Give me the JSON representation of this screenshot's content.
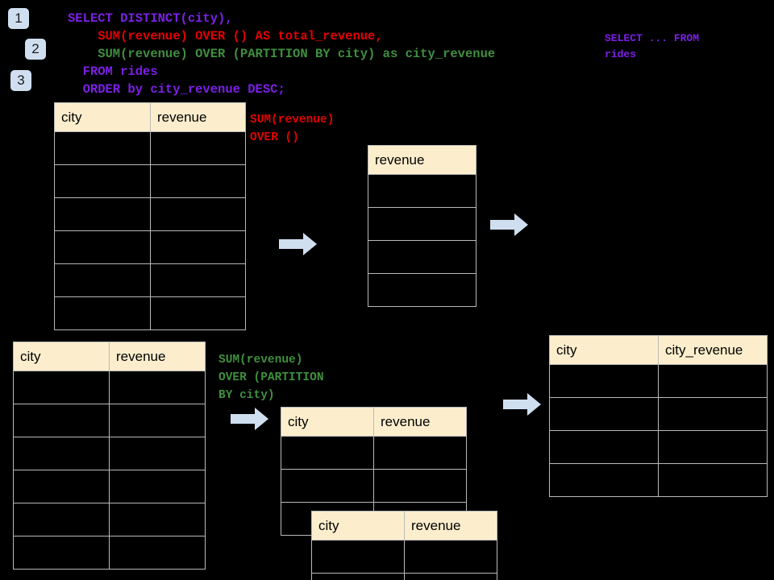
{
  "diagram": {
    "title": "SQL window function execution diagram",
    "background_color": "#000000",
    "colors": {
      "badge_fill": "#cfdff0",
      "table_header_fill": "#fceecd",
      "table_border": "#b9b9b9",
      "arrow_fill": "#cfdff0",
      "purple": "#7d1fe8",
      "red": "#e30000",
      "green": "#3f8f3f"
    }
  },
  "badges": [
    {
      "label": "1"
    },
    {
      "label": "2"
    },
    {
      "label": "3"
    }
  ],
  "sql": {
    "line1": "SELECT DISTINCT(city),",
    "line2": "    SUM(revenue) OVER () AS total_revenue,",
    "line3": "    SUM(revenue) OVER (PARTITION BY city) as city_revenue",
    "line4": "  FROM rides",
    "line5": "  ORDER by city_revenue DESC;"
  },
  "side_note": {
    "line1": "SELECT ... FROM",
    "line2": "rides"
  },
  "annotations": {
    "total_revenue": {
      "line1": "SUM(revenue)",
      "line2": "OVER ()",
      "color": "#e30000"
    },
    "city_revenue": {
      "line1": "SUM(revenue)",
      "line2": "OVER (PARTITION",
      "line3": "BY city)",
      "color": "#3f8f3f"
    }
  },
  "tables": {
    "rides_top": {
      "name": "rides-source-table-top",
      "columns": [
        "city",
        "revenue"
      ],
      "row_count": 6,
      "rows": [
        [
          "",
          ""
        ],
        [
          "",
          ""
        ],
        [
          "",
          ""
        ],
        [
          "",
          ""
        ],
        [
          "",
          ""
        ],
        [
          "",
          ""
        ]
      ]
    },
    "total_revenue": {
      "name": "total-revenue-table",
      "columns": [
        "revenue"
      ],
      "row_count": 4,
      "rows": [
        [
          ""
        ],
        [
          ""
        ],
        [
          ""
        ],
        [
          ""
        ]
      ]
    },
    "rides_bottom": {
      "name": "rides-source-table-bottom",
      "columns": [
        "city",
        "revenue"
      ],
      "row_count": 6,
      "rows": [
        [
          "",
          ""
        ],
        [
          "",
          ""
        ],
        [
          "",
          ""
        ],
        [
          "",
          ""
        ],
        [
          "",
          ""
        ],
        [
          "",
          ""
        ]
      ]
    },
    "partition_back": {
      "name": "partition-group-table-back",
      "columns": [
        "city",
        "revenue"
      ],
      "row_count": 3,
      "rows": [
        [
          "",
          ""
        ],
        [
          "",
          ""
        ],
        [
          "",
          ""
        ]
      ]
    },
    "partition_front": {
      "name": "partition-group-table-front",
      "columns": [
        "city",
        "revenue"
      ],
      "row_count": 2,
      "rows": [
        [
          "",
          ""
        ],
        [
          "",
          ""
        ]
      ]
    },
    "result": {
      "name": "result-table",
      "columns": [
        "city",
        "city_revenue"
      ],
      "row_count": 4,
      "rows": [
        [
          "",
          ""
        ],
        [
          "",
          ""
        ],
        [
          "",
          ""
        ],
        [
          "",
          ""
        ]
      ]
    }
  },
  "arrows": [
    {
      "name": "arrow-top-left",
      "direction": "right"
    },
    {
      "name": "arrow-top-right",
      "direction": "right"
    },
    {
      "name": "arrow-bottom-left",
      "direction": "right"
    },
    {
      "name": "arrow-bottom-right",
      "direction": "right"
    }
  ]
}
